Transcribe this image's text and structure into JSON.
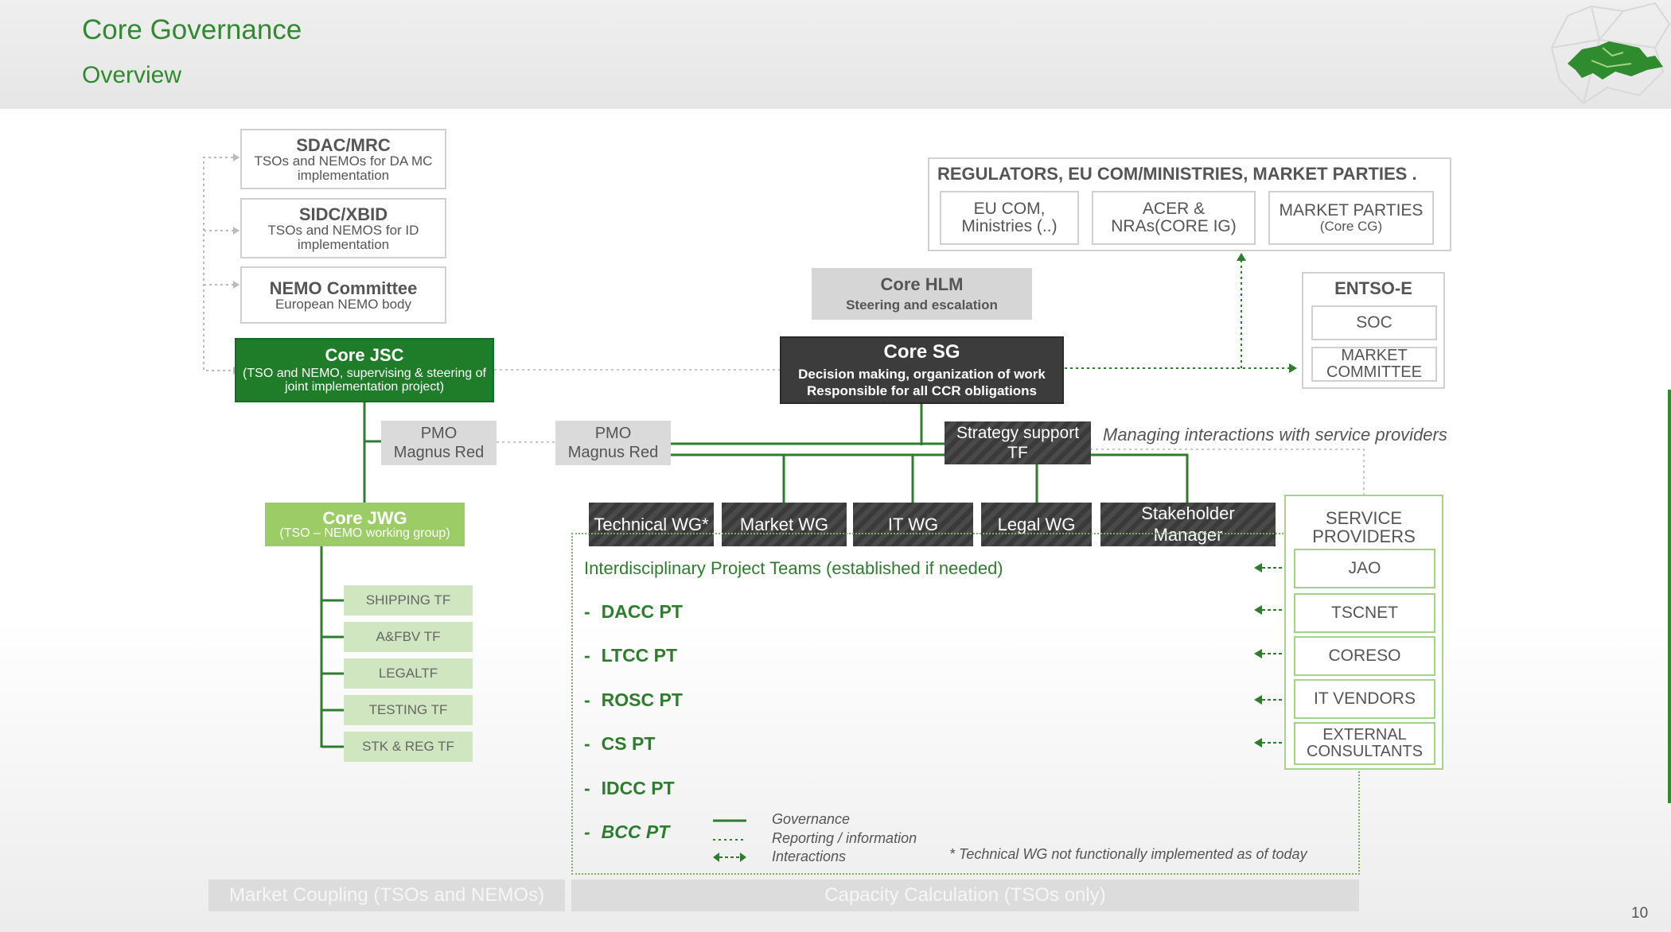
{
  "header": {
    "title": "Core Governance",
    "subtitle": "Overview"
  },
  "page_number": "10",
  "left_stack": [
    {
      "title": "SDAC/MRC",
      "desc": "TSOs and NEMOs for DA MC implementation"
    },
    {
      "title": "SIDC/XBID",
      "desc": "TSOs and NEMOS for ID implementation"
    },
    {
      "title": "NEMO Committee",
      "desc": "European NEMO body"
    }
  ],
  "core_jsc": {
    "title": "Core JSC",
    "desc": "(TSO and NEMO, supervising & steering of joint implementation project)"
  },
  "pmo_left": {
    "line1": "PMO",
    "line2": "Magnus Red"
  },
  "pmo_right": {
    "line1": "PMO",
    "line2": "Magnus Red"
  },
  "core_jwg": {
    "title": "Core JWG",
    "desc": "(TSO – NEMO working group)"
  },
  "task_forces": [
    "SHIPPING TF",
    "A&FBV TF",
    "LEGALTF",
    "TESTING TF",
    "STK & REG TF"
  ],
  "core_hlm": {
    "title": "Core HLM",
    "desc": "Steering and escalation"
  },
  "core_sg": {
    "title": "Core SG",
    "desc1": "Decision making, organization of work",
    "desc2": "Responsible for all CCR obligations"
  },
  "strategy": {
    "label": "Strategy support TF"
  },
  "managing_note": "Managing interactions with service providers",
  "regulators": {
    "title": "REGULATORS, EU COM/MINISTRIES, MARKET PARTIES .",
    "items": [
      {
        "l1": "EU COM,",
        "l2": "Ministries (..)"
      },
      {
        "l1": "ACER &",
        "l2": "NRAs(CORE IG)"
      },
      {
        "l1": "MARKET PARTIES",
        "l2": "(Core CG)"
      }
    ]
  },
  "entsoe": {
    "title": "ENTSO-E",
    "items": [
      "SOC",
      "MARKET COMMITTEE"
    ]
  },
  "working_groups": [
    "Technical WG*",
    "Market WG",
    "IT WG",
    "Legal WG",
    "Stakeholder Manager"
  ],
  "interdisciplinary": "Interdisciplinary Project Teams (established if needed)",
  "project_teams": [
    "DACC PT",
    "LTCC PT",
    "ROSC PT",
    "CS PT",
    "IDCC PT",
    "BCC PT"
  ],
  "legend": {
    "governance": "Governance",
    "reporting": "Reporting / information",
    "interactions": "Interactions"
  },
  "footnote": "* Technical WG not functionally implemented as of today",
  "service_providers": {
    "title": "SERVICE PROVIDERS",
    "items": [
      "JAO",
      "TSCNET",
      "CORESO",
      "IT VENDORS",
      "EXTERNAL CONSULTANTS"
    ]
  },
  "footer": {
    "left": "Market Coupling (TSOs and NEMOs)",
    "right": "Capacity Calculation (TSOs only)"
  },
  "colors": {
    "brand_green": "#2e8b2e",
    "dark_green": "#1f7d2a",
    "light_green": "#9ccc65",
    "dark_grey": "#3c3c3c"
  }
}
